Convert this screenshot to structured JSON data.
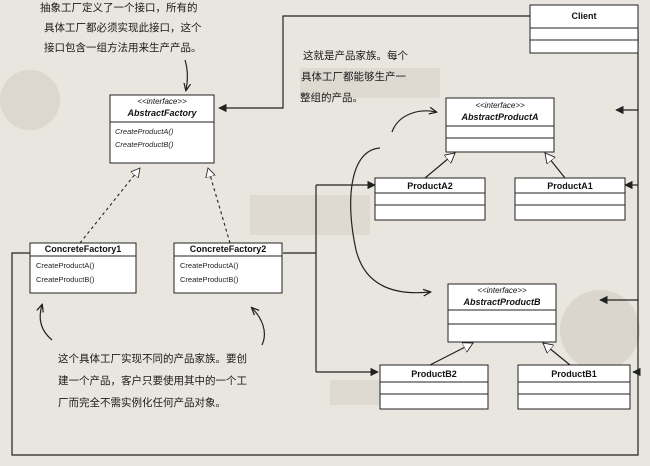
{
  "classes": {
    "client": {
      "name": "Client"
    },
    "abstract_factory": {
      "stereotype": "<<interface>>",
      "name": "AbstractFactory",
      "methods": [
        "CreateProductA()",
        "CreateProductB()"
      ]
    },
    "concrete_factory_1": {
      "name": "ConcreteFactory1",
      "methods": [
        "CreateProductA()",
        "CreateProductB()"
      ]
    },
    "concrete_factory_2": {
      "name": "ConcreteFactory2",
      "methods": [
        "CreateProductA()",
        "CreateProductB()"
      ]
    },
    "abstract_product_a": {
      "stereotype": "<<interface>>",
      "name": "AbstractProductA"
    },
    "product_a2": {
      "name": "ProductA2"
    },
    "product_a1": {
      "name": "ProductA1"
    },
    "abstract_product_b": {
      "stereotype": "<<interface>>",
      "name": "AbstractProductB"
    },
    "product_b2": {
      "name": "ProductB2"
    },
    "product_b1": {
      "name": "ProductB1"
    }
  },
  "notes": {
    "factory_interface": [
      "抽象工厂定义了一个接口，所有的",
      "具体工厂都必须实现此接口，这个",
      "接口包含一组方法用来生产产品。"
    ],
    "product_family": [
      "这就是产品家族。每个",
      "具体工厂都能够生产一",
      "整组的产品。"
    ],
    "concrete_factories": [
      "这个具体工厂实现不同的产品家族。要创",
      "建一个产品，客户只要使用其中的一个工",
      "厂而完全不需实例化任何产品对象。"
    ]
  },
  "colors": {
    "paper": "#e9e6df",
    "box_fill": "#ffffff",
    "line": "#222222"
  }
}
